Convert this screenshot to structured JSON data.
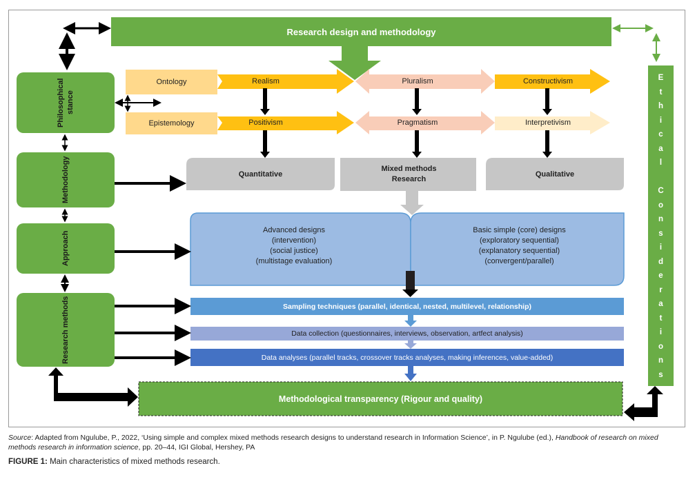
{
  "header": {
    "title": "Research design and methodology"
  },
  "side_boxes": [
    {
      "label": "Philosophical stance"
    },
    {
      "label": "Methodology"
    },
    {
      "label": "Approach"
    },
    {
      "label": "Research methods"
    }
  ],
  "philosophy": {
    "ontology": "Ontology",
    "epistemology": "Epistemology",
    "ontology_arrows": [
      "Realism",
      "Pluralism",
      "Constructivism"
    ],
    "epistemology_arrows": [
      "Positivism",
      "Pragmatism",
      "Interpretivism"
    ]
  },
  "methodologies": [
    "Quantitative",
    "Mixed methods Research",
    "Qualitative"
  ],
  "designs": {
    "advanced": [
      "Advanced designs",
      "(intervention)",
      "(social justice)",
      "(multistage evaluation)"
    ],
    "basic": [
      "Basic simple (core) designs",
      "(exploratory sequential)",
      "(explanatory sequential)",
      "(convergent/parallel)"
    ]
  },
  "methods": {
    "sampling": "Sampling techniques (parallel, identical, nested, multilevel, relationship)",
    "collection": "Data collection (questionnaires, interviews, observation, artfect analysis)",
    "analyses": "Data analyses (parallel tracks, crossover tracks analyses, making inferences, value-added)"
  },
  "transparency": "Methodological transparency (Rigour and quality)",
  "ethics": "Ethical Considerations",
  "ethics_letters": [
    "E",
    "t",
    "h",
    "i",
    "c",
    "a",
    "l",
    "",
    "C",
    "o",
    "n",
    "s",
    "i",
    "d",
    "e",
    "r",
    "a",
    "t",
    "i",
    "o",
    "n",
    "s"
  ],
  "caption": {
    "source_label": "Source",
    "source_text": ": Adapted from Ngulube, P., 2022, ‘Using simple and complex mixed methods research designs to understand research in Information Science’, in P. Ngulube (ed.), ",
    "source_book": "Handbook of research on mixed methods research in information science",
    "source_tail": ", pp. 20–44, IGI Global, Hershey, PA",
    "figure_label": "FIGURE 1:",
    "figure_text": " Main characteristics of mixed methods research."
  },
  "colors": {
    "green": "#6AAD46",
    "orange": "#FFC012",
    "light_orange": "#FFD98C",
    "peach": "#F9CDB8",
    "cream": "#FFEDC9",
    "grey": "#C6C6C6",
    "blue_light": "#9CBBE3",
    "blue_mid": "#5B9BD5",
    "blue_lavender": "#97A8D8",
    "blue_dark": "#4472C4"
  }
}
